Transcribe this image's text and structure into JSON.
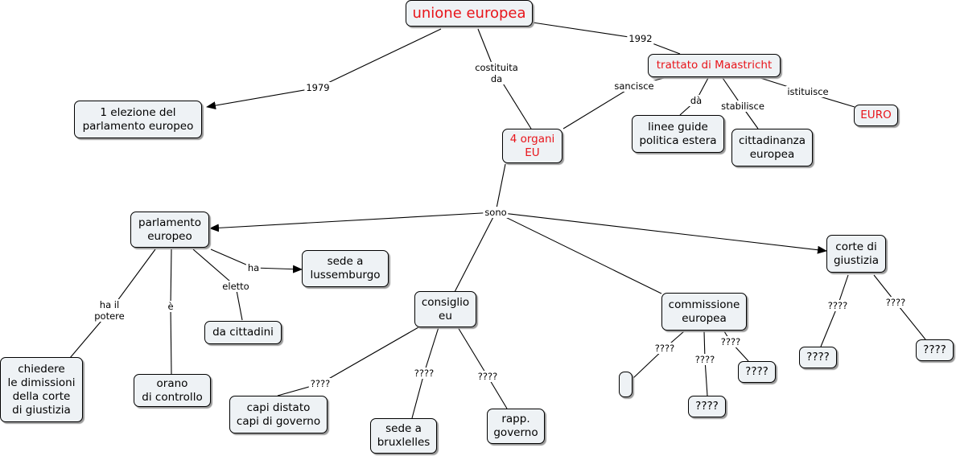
{
  "nodes": {
    "unione": "unione europea",
    "elezione": "1 elezione del\nparlamento europeo",
    "maastricht": "trattato di Maastricht",
    "organi": "4 organi\nEU",
    "linee": "linee guide\npolitica estera",
    "cittadinanza": "cittadinanza\neuropea",
    "euro": "EURO",
    "parlamento": "parlamento\neuropeo",
    "sede_lux": "sede a\nlussemburgo",
    "cittadini": "da cittadini",
    "dimissioni": "chiedere\nle dimissioni\ndella corte\ndi giustizia",
    "orano": "orano\ndi controllo",
    "consiglio": "consiglio\neu",
    "capi": "capi distato\ncapi di governo",
    "sede_brux": "sede a\nbruxlelles",
    "rapp": "rapp.\ngoverno",
    "commissione": "commissione\neuropea",
    "comm_empty": "",
    "comm_q1": "????",
    "comm_q2": "????",
    "corte": "corte di\ngiustizia",
    "corte_q1": "????",
    "corte_q2": "????"
  },
  "labels": {
    "l1979": "1979",
    "costituita": "costituita\nda",
    "l1992": "1992",
    "sancisce": "sancisce",
    "da": "dà",
    "stabilisce": "stabilisce",
    "istituisce": "istituisce",
    "sono": "sono",
    "ha": "ha",
    "eletto": "eletto",
    "hail": "ha il\npotere",
    "e": "è",
    "cq1": "????",
    "cq2": "????",
    "cq3": "????",
    "mq1": "????",
    "mq2": "????",
    "mq3": "????",
    "gq1": "????",
    "gq2": "????"
  },
  "colors": {
    "concept_text": "#000000",
    "highlight_text": "#e8141a",
    "node_fill": "#eef2f5"
  }
}
